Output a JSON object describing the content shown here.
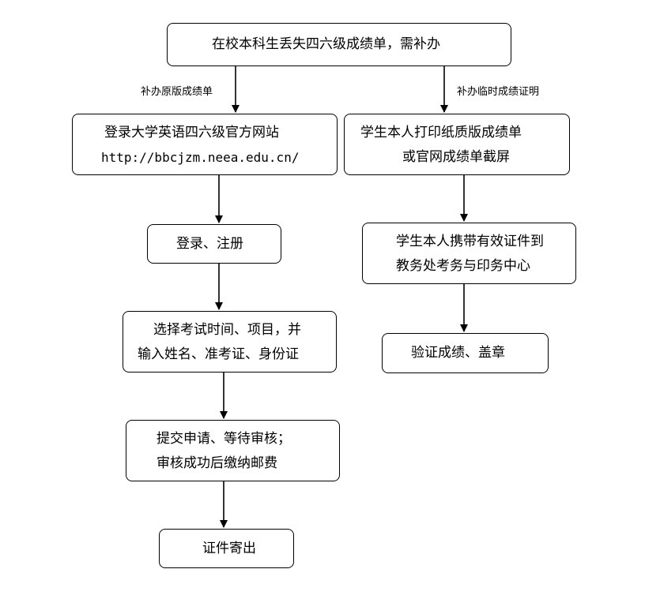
{
  "title_box": "在校本科生丢失四六级成绩单，需补办",
  "branch_left_label": "补办原版成绩单",
  "branch_right_label": "补办临时成绩证明",
  "left": {
    "step1": [
      "登录大学英语四六级官方网站",
      "http://bbcjzm.neea.edu.cn/"
    ],
    "step2": "登录、注册",
    "step3": [
      "选择考试时间、项目，并",
      "输入姓名、准考证、身份证"
    ],
    "step4": [
      "提交申请、等待审核；",
      "审核成功后缴纳邮费"
    ],
    "step5": "证件寄出"
  },
  "right": {
    "step1": [
      "学生本人打印纸质版成绩单",
      "或官网成绩单截屏"
    ],
    "step2": [
      "学生本人携带有效证件到",
      "教务处考务与印务中心"
    ],
    "step3": "验证成绩、盖章"
  }
}
